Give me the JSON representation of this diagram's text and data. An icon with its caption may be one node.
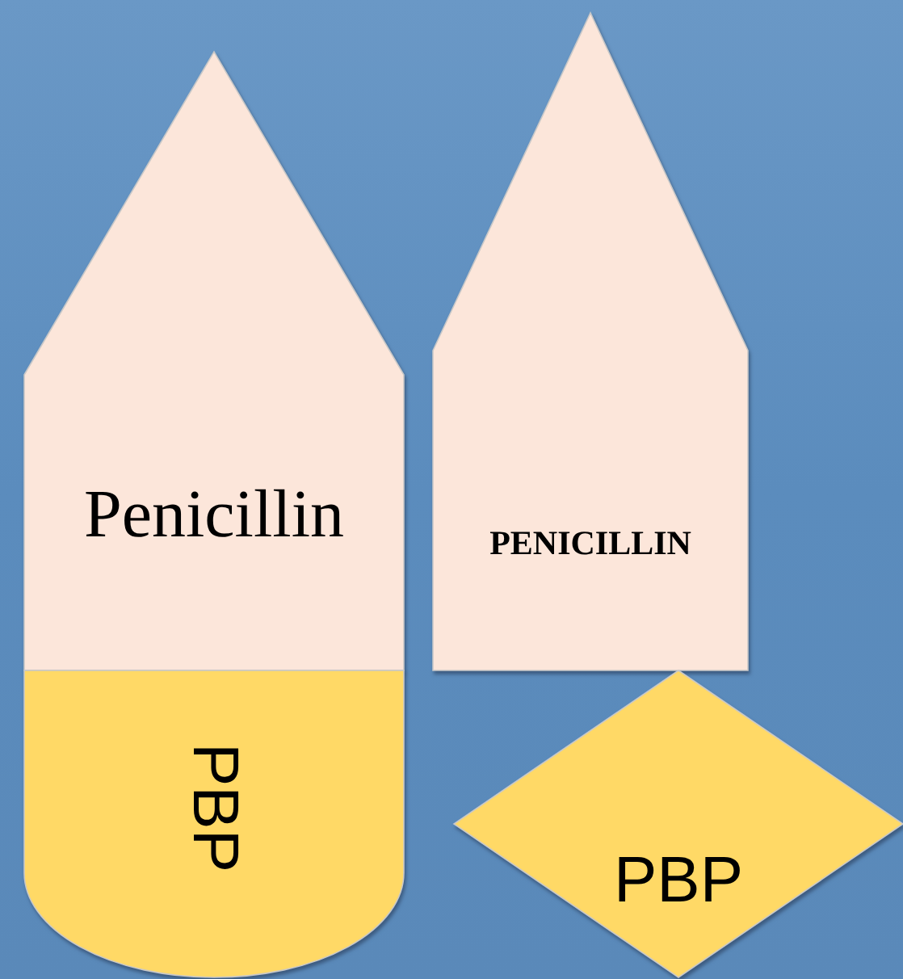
{
  "diagram": {
    "nodes": [
      {
        "text": [
          "Penicillin"
        ]
      },
      {
        "text": [
          "PBP"
        ]
      },
      {
        "text": [
          "PENICILLIN"
        ]
      },
      {
        "text": [
          "PBP"
        ]
      }
    ]
  }
}
